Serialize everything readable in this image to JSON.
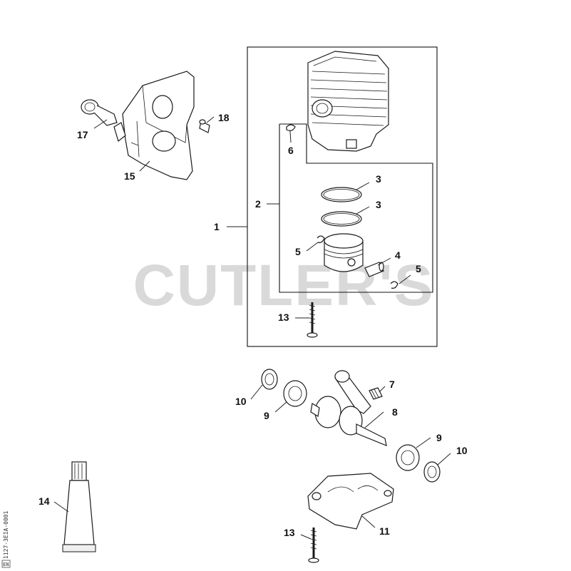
{
  "watermark": "CUTLER'S",
  "document_id": "1127-3EIA-0001",
  "document_badge": "EN",
  "callouts": {
    "c1": "1",
    "c2": "2",
    "c3a": "3",
    "c3b": "3",
    "c4": "4",
    "c5a": "5",
    "c5b": "5",
    "c6": "6",
    "c7": "7",
    "c8": "8",
    "c9a": "9",
    "c9b": "9",
    "c10a": "10",
    "c10b": "10",
    "c11": "11",
    "c13a": "13",
    "c13b": "13",
    "c14": "14",
    "c15": "15",
    "c17": "17",
    "c18": "18"
  }
}
